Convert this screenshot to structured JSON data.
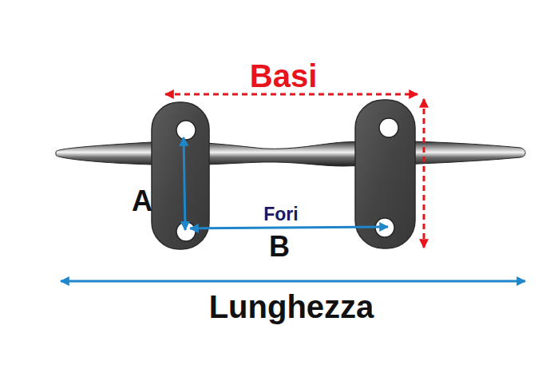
{
  "diagram": {
    "labels": [
      "Basi",
      "A",
      "Fori",
      "B",
      "Lunghezza"
    ]
  }
}
